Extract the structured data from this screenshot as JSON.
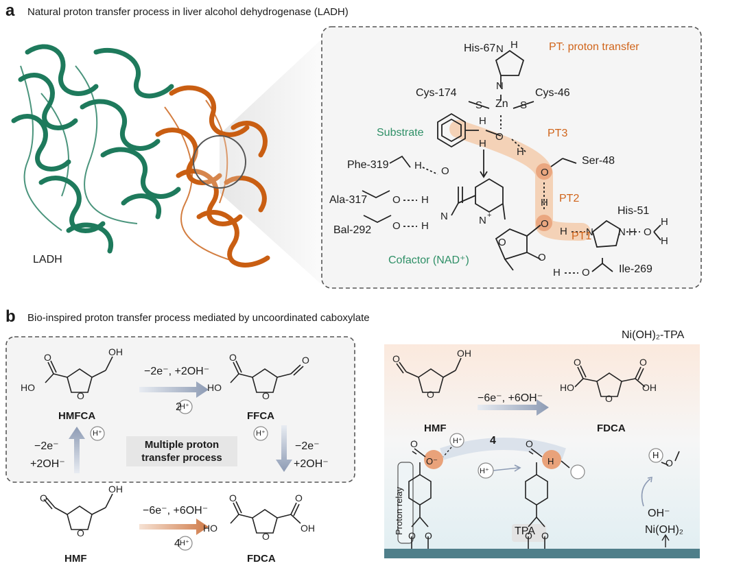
{
  "panel_a": {
    "letter": "a",
    "title": "Natural proton transfer process in liver alcohol dehydrogenase (LADH)",
    "protein_label": "LADH",
    "pt_legend": "PT: proton transfer",
    "residues": {
      "his67": "His-67",
      "cys174": "Cys-174",
      "cys46": "Cys-46",
      "zn": "Zn",
      "substrate": "Substrate",
      "phe319": "Phe-319",
      "ser48": "Ser-48",
      "ala317": "Ala-317",
      "bal292": "Bal-292",
      "his51": "His-51",
      "cofactor": "Cofactor (NAD⁺)",
      "ile269": "Ile-269"
    },
    "pt_steps": {
      "pt1": "PT1",
      "pt2": "PT2",
      "pt3": "PT3"
    }
  },
  "panel_b": {
    "letter": "b",
    "title": "Bio-inspired proton transfer process mediated by uncoordinated caboxylate",
    "left": {
      "compounds": {
        "hmfca": "HMFCA",
        "ffca": "FFCA",
        "hmf": "HMF",
        "fdca": "FDCA"
      },
      "step_top": "−2e⁻, +2OH⁻",
      "step_top_proton": "2",
      "step_left_line1": "−2e⁻",
      "step_left_line2": "+2OH⁻",
      "step_right_line1": "−2e⁻",
      "step_right_line2": "+2OH⁻",
      "center_badge_line1": "Multiple proton",
      "center_badge_line2": "transfer process",
      "step_bottom": "−6e⁻, +6OH⁻",
      "step_bottom_proton": "4",
      "proton_symbol": "H⁺"
    },
    "right": {
      "catalyst": "Ni(OH)₂-TPA",
      "hmf": "HMF",
      "fdca": "FDCA",
      "step": "−6e⁻, +6OH⁻",
      "proton_count": "4",
      "proton_relay": "Proton relay",
      "tpa": "TPA",
      "ni_oh2": "Ni(OH)₂",
      "oh_minus": "OH⁻",
      "proton_symbol": "H⁺",
      "o_minus": "O⁻",
      "h_atom": "H"
    }
  },
  "colors": {
    "protein_green": "#1e7a5c",
    "protein_orange": "#c95e12",
    "text_green": "#2e8f66",
    "text_orange": "#d0641a",
    "arrow_blue": "#8d9bb4",
    "arrow_orange": "#cf7a48",
    "surface": "#4f7f8a"
  }
}
